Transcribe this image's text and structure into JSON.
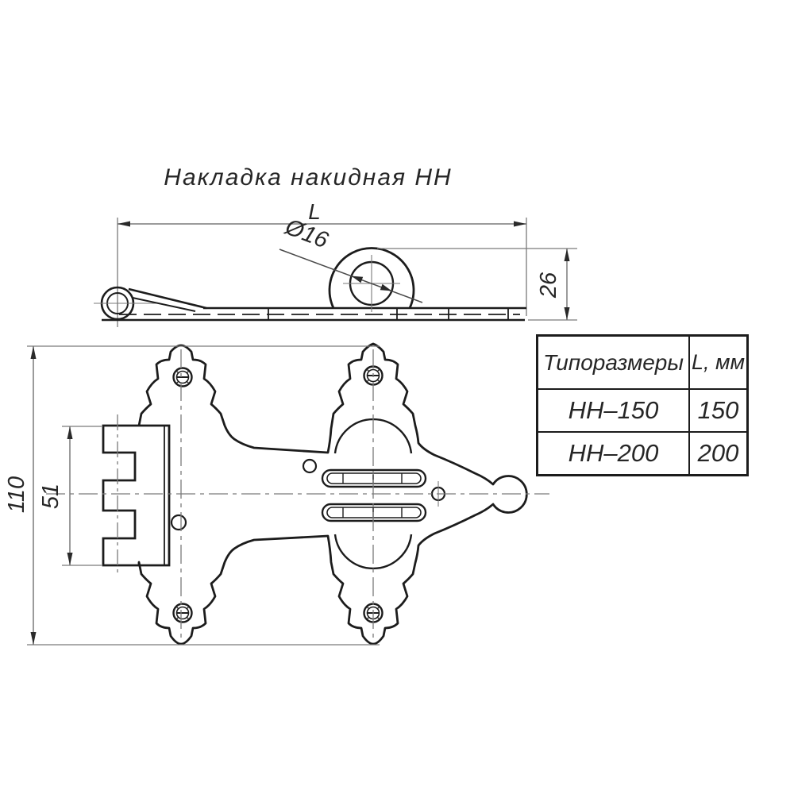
{
  "title": "Накладка накидная НН",
  "side_view": {
    "length_label": "L",
    "hole_diameter": "Ø16",
    "height": "26"
  },
  "plan_view": {
    "total_width": "110",
    "hinge_leaf_width": "51"
  },
  "size_table": {
    "headers": [
      "Типоразмеры",
      "L, мм"
    ],
    "rows": [
      [
        "НН–150",
        "150"
      ],
      [
        "НН–200",
        "200"
      ]
    ]
  },
  "colors": {
    "contour": "#1c1c1c",
    "thin_line": "#7a7a7a",
    "text": "#262626",
    "background": "#ffffff"
  }
}
